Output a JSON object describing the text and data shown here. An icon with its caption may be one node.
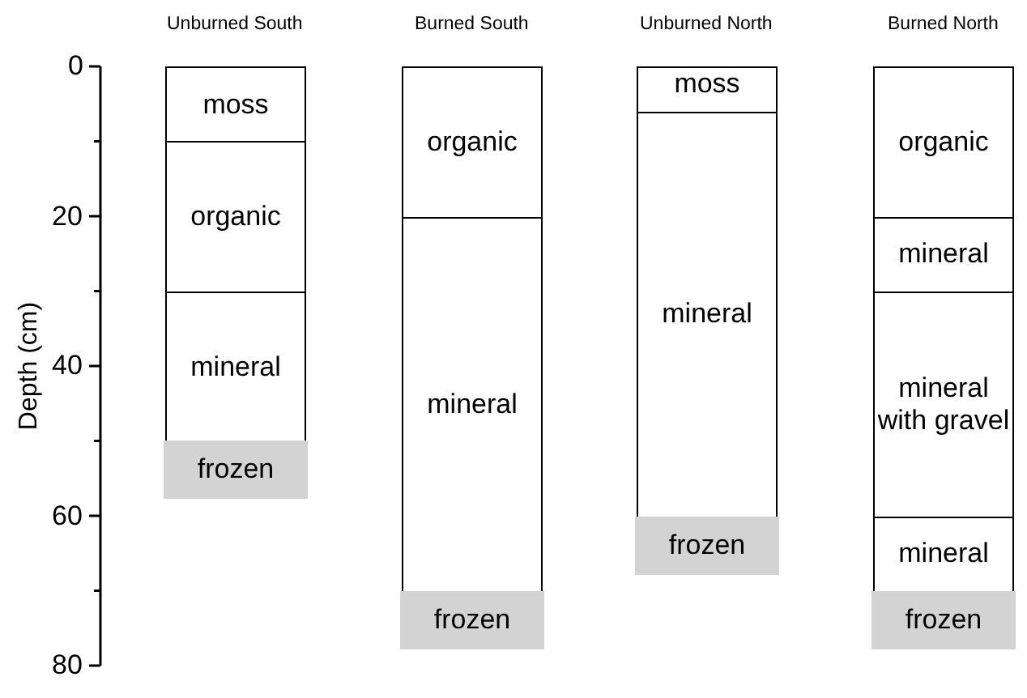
{
  "diagram": {
    "nodes": [
      {
        "text": [
          "moss"
        ]
      },
      {
        "text": [
          "organic"
        ]
      },
      {
        "text": [
          "mineral"
        ]
      },
      {
        "text": [
          "frozen"
        ]
      },
      {
        "text": [
          "organic"
        ]
      },
      {
        "text": [
          "mineral"
        ]
      },
      {
        "text": [
          "frozen"
        ]
      },
      {
        "text": [
          "moss"
        ]
      },
      {
        "text": [
          "mineral"
        ]
      },
      {
        "text": [
          "frozen"
        ]
      },
      {
        "text": [
          "organic"
        ]
      },
      {
        "text": [
          "mineral"
        ]
      },
      {
        "text": [
          "mineral with gravel"
        ]
      },
      {
        "text": [
          "mineral"
        ]
      },
      {
        "text": [
          "frozen"
        ]
      }
    ],
    "labels": [
      "Unburned South",
      "Burned South",
      "Unburned North",
      "Burned North",
      "0",
      "20",
      "40",
      "60",
      "80",
      "Depth (cm)"
    ]
  }
}
